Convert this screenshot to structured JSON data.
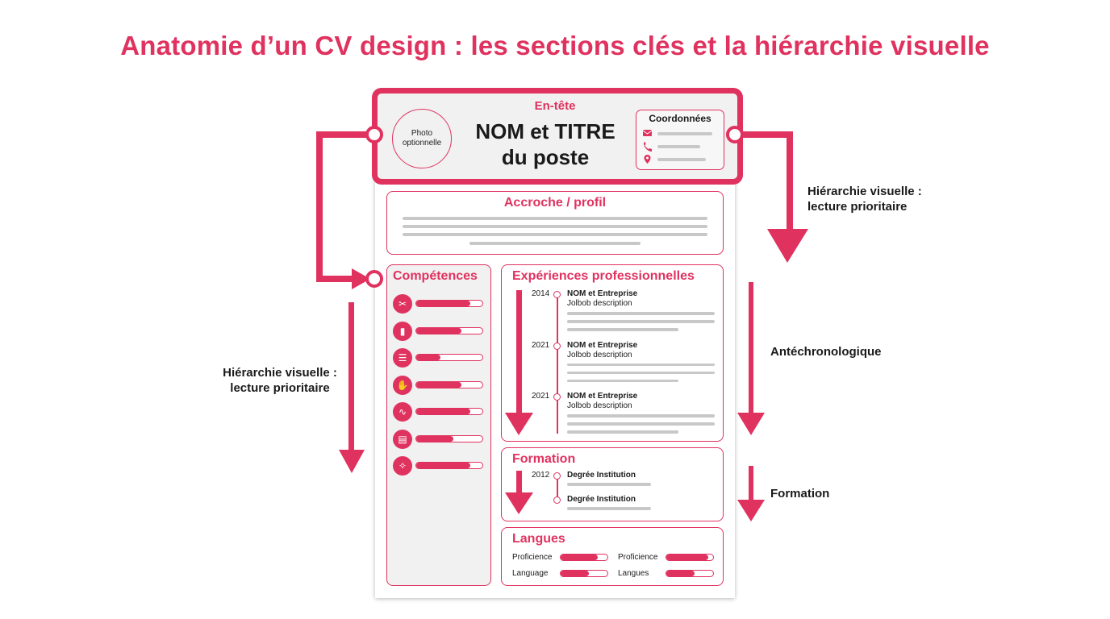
{
  "title": "Anatomie d’un CV design : les sections clés et la hiérarchie visuelle",
  "header": {
    "label": "En-tête",
    "name_title_line1": "NOM et TITRE",
    "name_title_line2": "du poste",
    "photo_line1": "Photo",
    "photo_line2": "optionnelle",
    "contact_title": "Coordonnées",
    "contact_icons": [
      "envelope-icon",
      "phone-icon",
      "location-pin-icon"
    ]
  },
  "profile": {
    "title": "Accroche / profil"
  },
  "skills": {
    "title": "Compétences",
    "items": [
      {
        "icon": "tools-icon",
        "level": 0.82
      },
      {
        "icon": "bar-chart-icon",
        "level": 0.68
      },
      {
        "icon": "checklist-icon",
        "level": 0.36
      },
      {
        "icon": "growth-hand-icon",
        "level": 0.68
      },
      {
        "icon": "trend-line-icon",
        "level": 0.82
      },
      {
        "icon": "presentation-icon",
        "level": 0.56
      },
      {
        "icon": "handshake-icon",
        "level": 0.82
      }
    ]
  },
  "experience": {
    "title": "Expériences professionnelles",
    "items": [
      {
        "year": "2014",
        "name": "NOM et Entreprise",
        "desc": "Jolbob description"
      },
      {
        "year": "2021",
        "name": "NOM et Entreprise",
        "desc": "Jolbob description"
      },
      {
        "year": "2021",
        "name": "NOM et Entreprise",
        "desc": "Jolbob description"
      }
    ]
  },
  "education": {
    "title": "Formation",
    "items": [
      {
        "year": "2012",
        "name": "Degrée Institution"
      },
      {
        "year": "",
        "name": "Degrée Institution"
      }
    ]
  },
  "languages": {
    "title": "Langues",
    "items": [
      {
        "label": "Proficience",
        "level": 0.8
      },
      {
        "label": "Proficience",
        "level": 0.9
      },
      {
        "label": "Language",
        "level": 0.6
      },
      {
        "label": "Langues",
        "level": 0.6
      }
    ]
  },
  "annotations": {
    "right_top_line1": "Hiérarchie visuelle :",
    "right_top_line2": "lecture prioritaire",
    "left_line1": "Hiérarchie visuelle :",
    "left_line2": "lecture prioritaire",
    "right_middle": "Antéchronologique",
    "right_bottom": "Formation"
  },
  "colors": {
    "accent": "#e0325f",
    "line_gray": "#c8c8c8",
    "panel_gray": "#f1f1f1"
  }
}
